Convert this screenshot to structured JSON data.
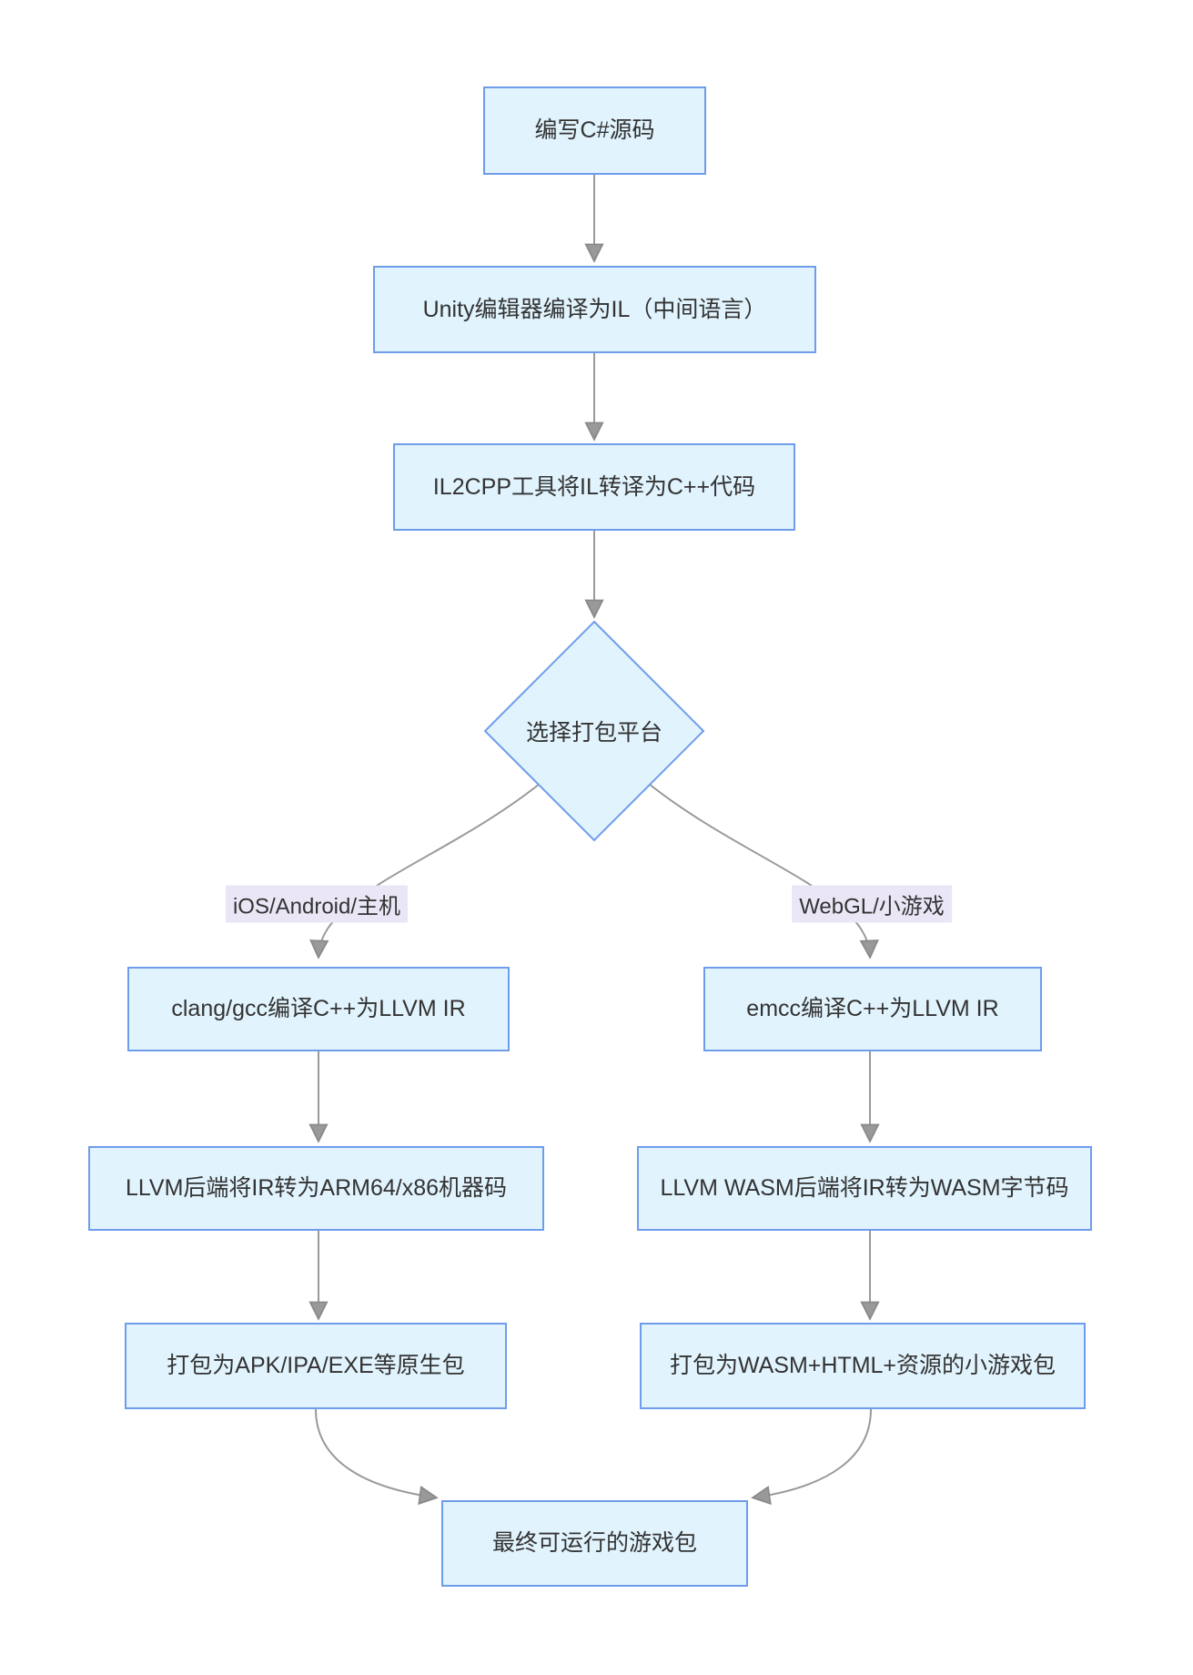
{
  "diagram": {
    "type": "flowchart",
    "direction": "top-down",
    "colors": {
      "background": "#ffffff",
      "node_fill": "#e1f3fd",
      "node_border": "#6f9ceb",
      "edge_line": "#999999",
      "arrowhead": "#999999",
      "text": "#333333",
      "edge_label_bg": "#eae6f6"
    },
    "nodes": [
      {
        "id": "write-csharp",
        "shape": "rect",
        "label": "编写C#源码"
      },
      {
        "id": "unity-compile-il",
        "shape": "rect",
        "label": "Unity编辑器编译为IL（中间语言）"
      },
      {
        "id": "il2cpp-translate",
        "shape": "rect",
        "label": "IL2CPP工具将IL转译为C++代码"
      },
      {
        "id": "choose-platform",
        "shape": "diamond",
        "label": "选择打包平台"
      },
      {
        "id": "clang-gcc-llvm-ir",
        "shape": "rect",
        "label": "clang/gcc编译C++为LLVM IR"
      },
      {
        "id": "llvm-backend-machine-code",
        "shape": "rect",
        "label": "LLVM后端将IR转为ARM64/x86机器码"
      },
      {
        "id": "package-native",
        "shape": "rect",
        "label": "打包为APK/IPA/EXE等原生包"
      },
      {
        "id": "emcc-llvm-ir",
        "shape": "rect",
        "label": "emcc编译C++为LLVM IR"
      },
      {
        "id": "llvm-wasm-backend",
        "shape": "rect",
        "label": "LLVM WASM后端将IR转为WASM字节码"
      },
      {
        "id": "package-minigame",
        "shape": "rect",
        "label": "打包为WASM+HTML+资源的小游戏包"
      },
      {
        "id": "final-game-package",
        "shape": "rect",
        "label": "最终可运行的游戏包"
      }
    ],
    "edge_labels": [
      {
        "id": "branch-native",
        "label": "iOS/Android/主机"
      },
      {
        "id": "branch-webgl",
        "label": "WebGL/小游戏"
      }
    ],
    "edges": [
      {
        "from": "write-csharp",
        "to": "unity-compile-il"
      },
      {
        "from": "unity-compile-il",
        "to": "il2cpp-translate"
      },
      {
        "from": "il2cpp-translate",
        "to": "choose-platform"
      },
      {
        "from": "choose-platform",
        "to": "clang-gcc-llvm-ir",
        "label": "iOS/Android/主机"
      },
      {
        "from": "choose-platform",
        "to": "emcc-llvm-ir",
        "label": "WebGL/小游戏"
      },
      {
        "from": "clang-gcc-llvm-ir",
        "to": "llvm-backend-machine-code"
      },
      {
        "from": "llvm-backend-machine-code",
        "to": "package-native"
      },
      {
        "from": "emcc-llvm-ir",
        "to": "llvm-wasm-backend"
      },
      {
        "from": "llvm-wasm-backend",
        "to": "package-minigame"
      },
      {
        "from": "package-native",
        "to": "final-game-package"
      },
      {
        "from": "package-minigame",
        "to": "final-game-package"
      }
    ]
  }
}
